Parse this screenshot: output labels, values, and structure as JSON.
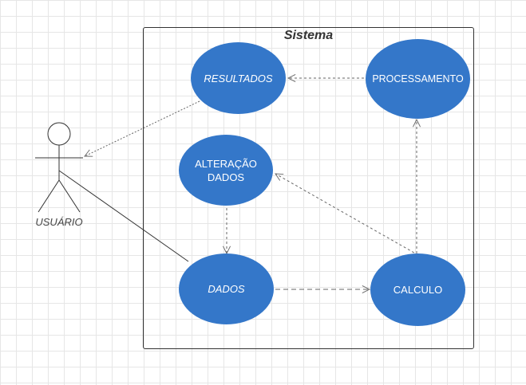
{
  "diagram": {
    "system_title": "Sistema",
    "actor": {
      "label": "USUÁRIO"
    },
    "use_cases": {
      "resultados": "RESULTADOS",
      "processamento": "PROCESSAMENTO",
      "alteracao_dados": "ALTERAÇÃO DADOS",
      "dados": "DADOS",
      "calculo": "CALCULO"
    },
    "colors": {
      "use_case_fill": "#3477c9",
      "use_case_text": "#ffffff",
      "line": "#555555",
      "grid": "#e6e6e6"
    }
  }
}
